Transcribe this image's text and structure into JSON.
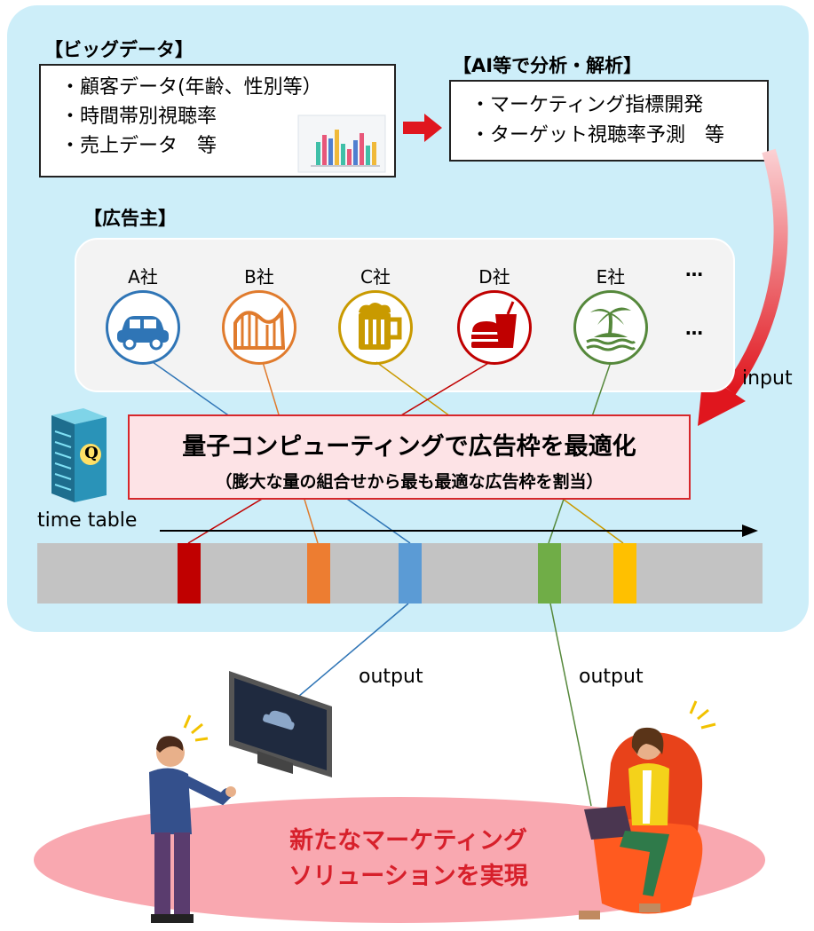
{
  "big_data": {
    "header": "【ビッグデータ】",
    "items": [
      "・顧客データ(年齢、性別等）",
      "・時間帯別視聴率",
      "・売上データ　等"
    ]
  },
  "ai_analysis": {
    "header": "【AI等で分析・解析】",
    "items": [
      "・マーケティング指標開発",
      "・ターゲット視聴率予測　等"
    ]
  },
  "advertisers": {
    "header": "【広告主】",
    "companies": [
      {
        "label": "A社",
        "icon": "car-icon",
        "color": "#2f75b6"
      },
      {
        "label": "B社",
        "icon": "roller-coaster-icon",
        "color": "#e07b2d"
      },
      {
        "label": "C社",
        "icon": "beer-mug-icon",
        "color": "#c99a00"
      },
      {
        "label": "D社",
        "icon": "fast-food-icon",
        "color": "#c00000"
      },
      {
        "label": "E社",
        "icon": "palm-island-icon",
        "color": "#55883b"
      }
    ],
    "ellipsis": "…"
  },
  "quantum": {
    "title": "量子コンピューティングで広告枠を最適化",
    "subtitle": "（膨大な量の組合せから最も最適な広告枠を割当）",
    "server_icon": "quantum-server-icon",
    "server_letter": "Q"
  },
  "labels": {
    "input": "input",
    "time_table": "time table",
    "output_left": "output",
    "output_right": "output"
  },
  "timeline_slots": [
    {
      "color": "#c00000",
      "company": "D社"
    },
    {
      "color": "#ed7d31",
      "company": "B社"
    },
    {
      "color": "#5b9bd5",
      "company": "A社"
    },
    {
      "color": "#70ad47",
      "company": "E社"
    },
    {
      "color": "#ffc000",
      "company": "C社"
    }
  ],
  "solution": {
    "line1": "新たなマーケティング",
    "line2": "ソリューションを実現"
  },
  "colors": {
    "panel_bg": "#cdeef9",
    "arrow_red": "#e0161e",
    "accent_red": "#d7202b"
  }
}
